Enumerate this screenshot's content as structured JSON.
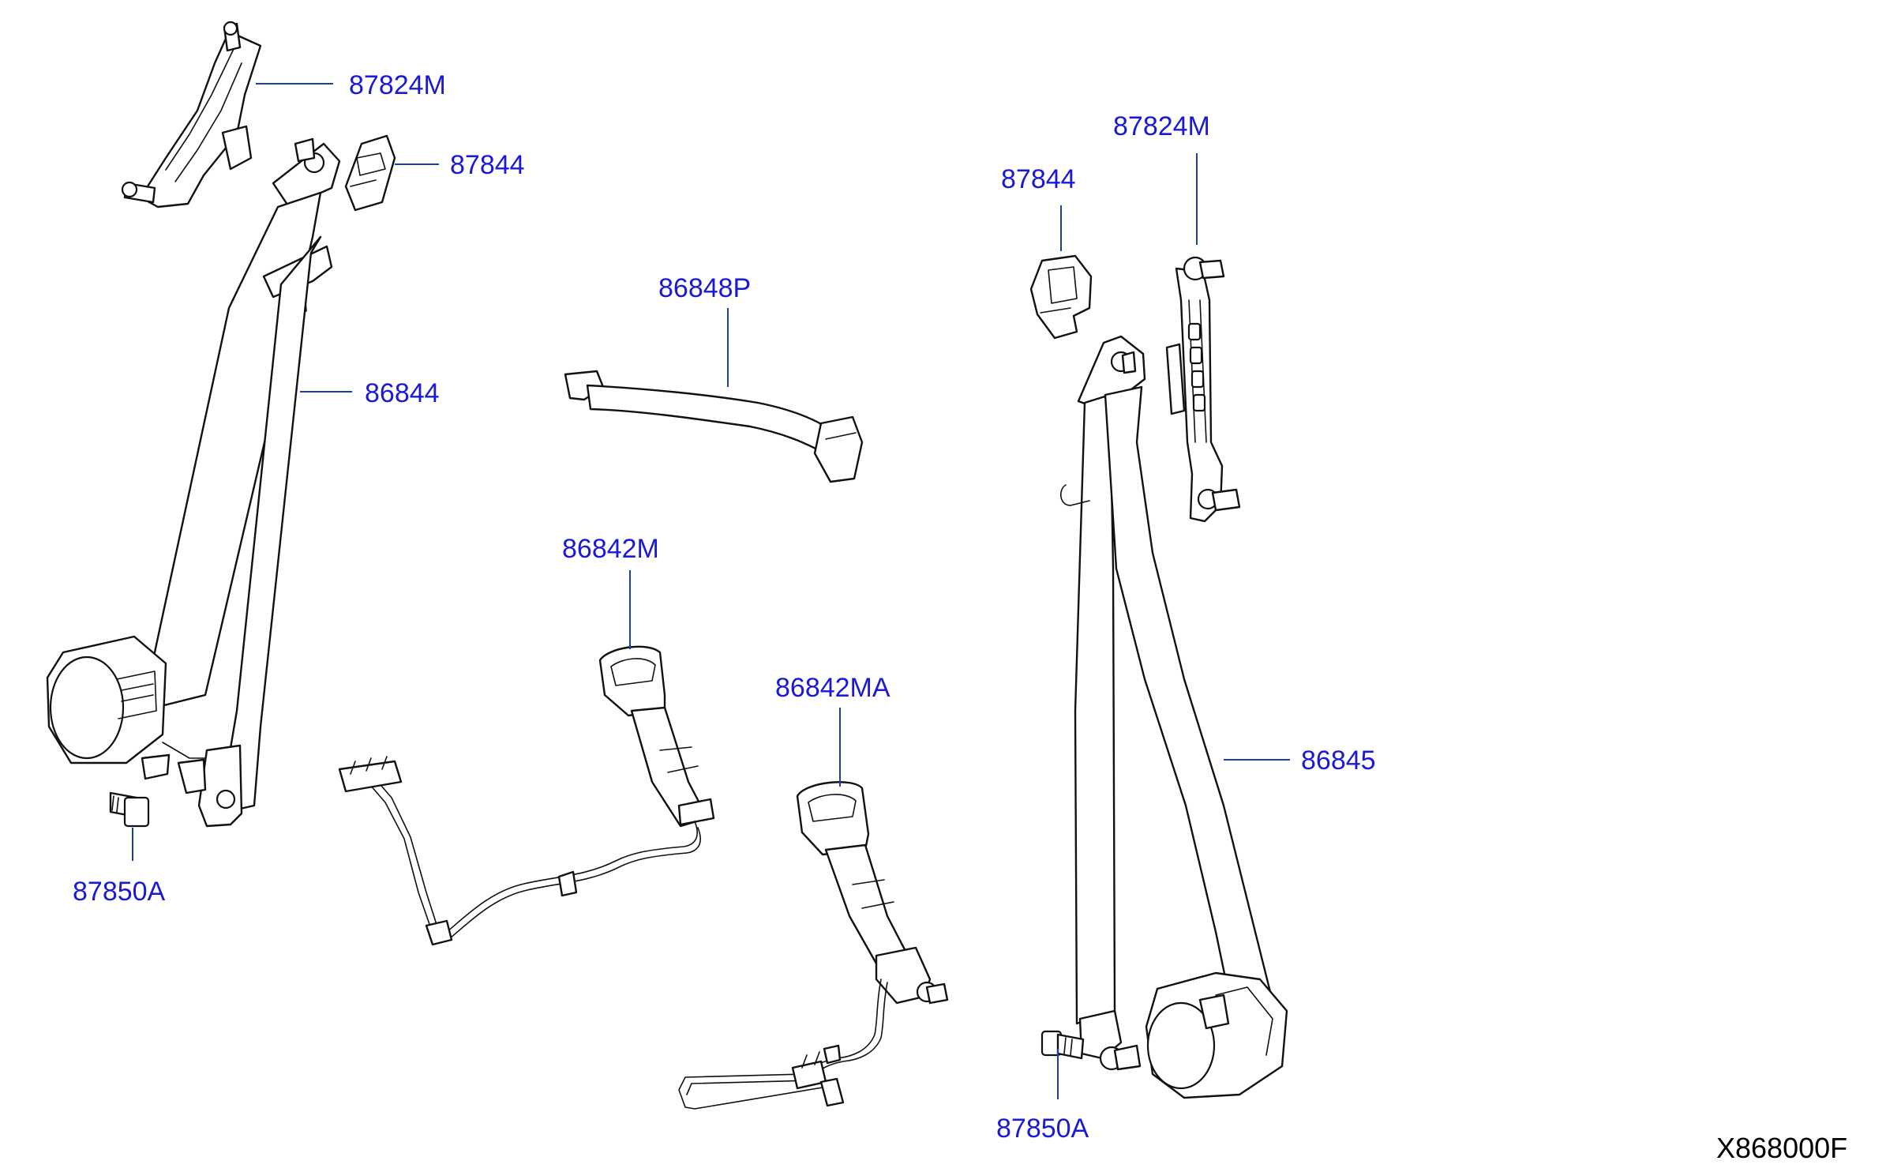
{
  "diagram": {
    "code": "X868000F",
    "label_color": "#1a1ad6",
    "callouts": [
      {
        "id": "c1",
        "part_number": "87824M"
      },
      {
        "id": "c2",
        "part_number": "87844"
      },
      {
        "id": "c3",
        "part_number": "86844"
      },
      {
        "id": "c4",
        "part_number": "87850A"
      },
      {
        "id": "c5",
        "part_number": "86848P"
      },
      {
        "id": "c6",
        "part_number": "86842M"
      },
      {
        "id": "c7",
        "part_number": "86842MA"
      },
      {
        "id": "c8",
        "part_number": "87844"
      },
      {
        "id": "c9",
        "part_number": "87824M"
      },
      {
        "id": "c10",
        "part_number": "86845"
      },
      {
        "id": "c11",
        "part_number": "87850A"
      }
    ]
  }
}
